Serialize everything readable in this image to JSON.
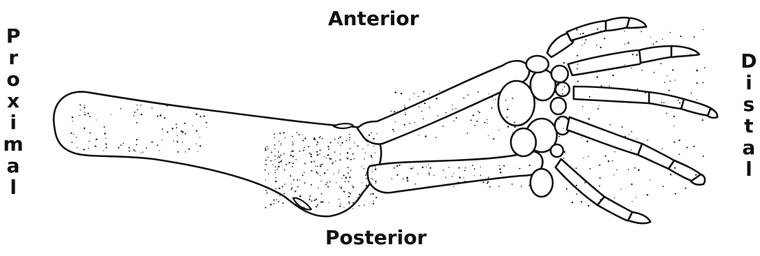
{
  "labels": {
    "anterior": "Anterior",
    "posterior": "Posterior",
    "proximal": "Proximal",
    "distal": "Distal"
  },
  "colors": {
    "ink": "#111111",
    "background": "#ffffff"
  }
}
